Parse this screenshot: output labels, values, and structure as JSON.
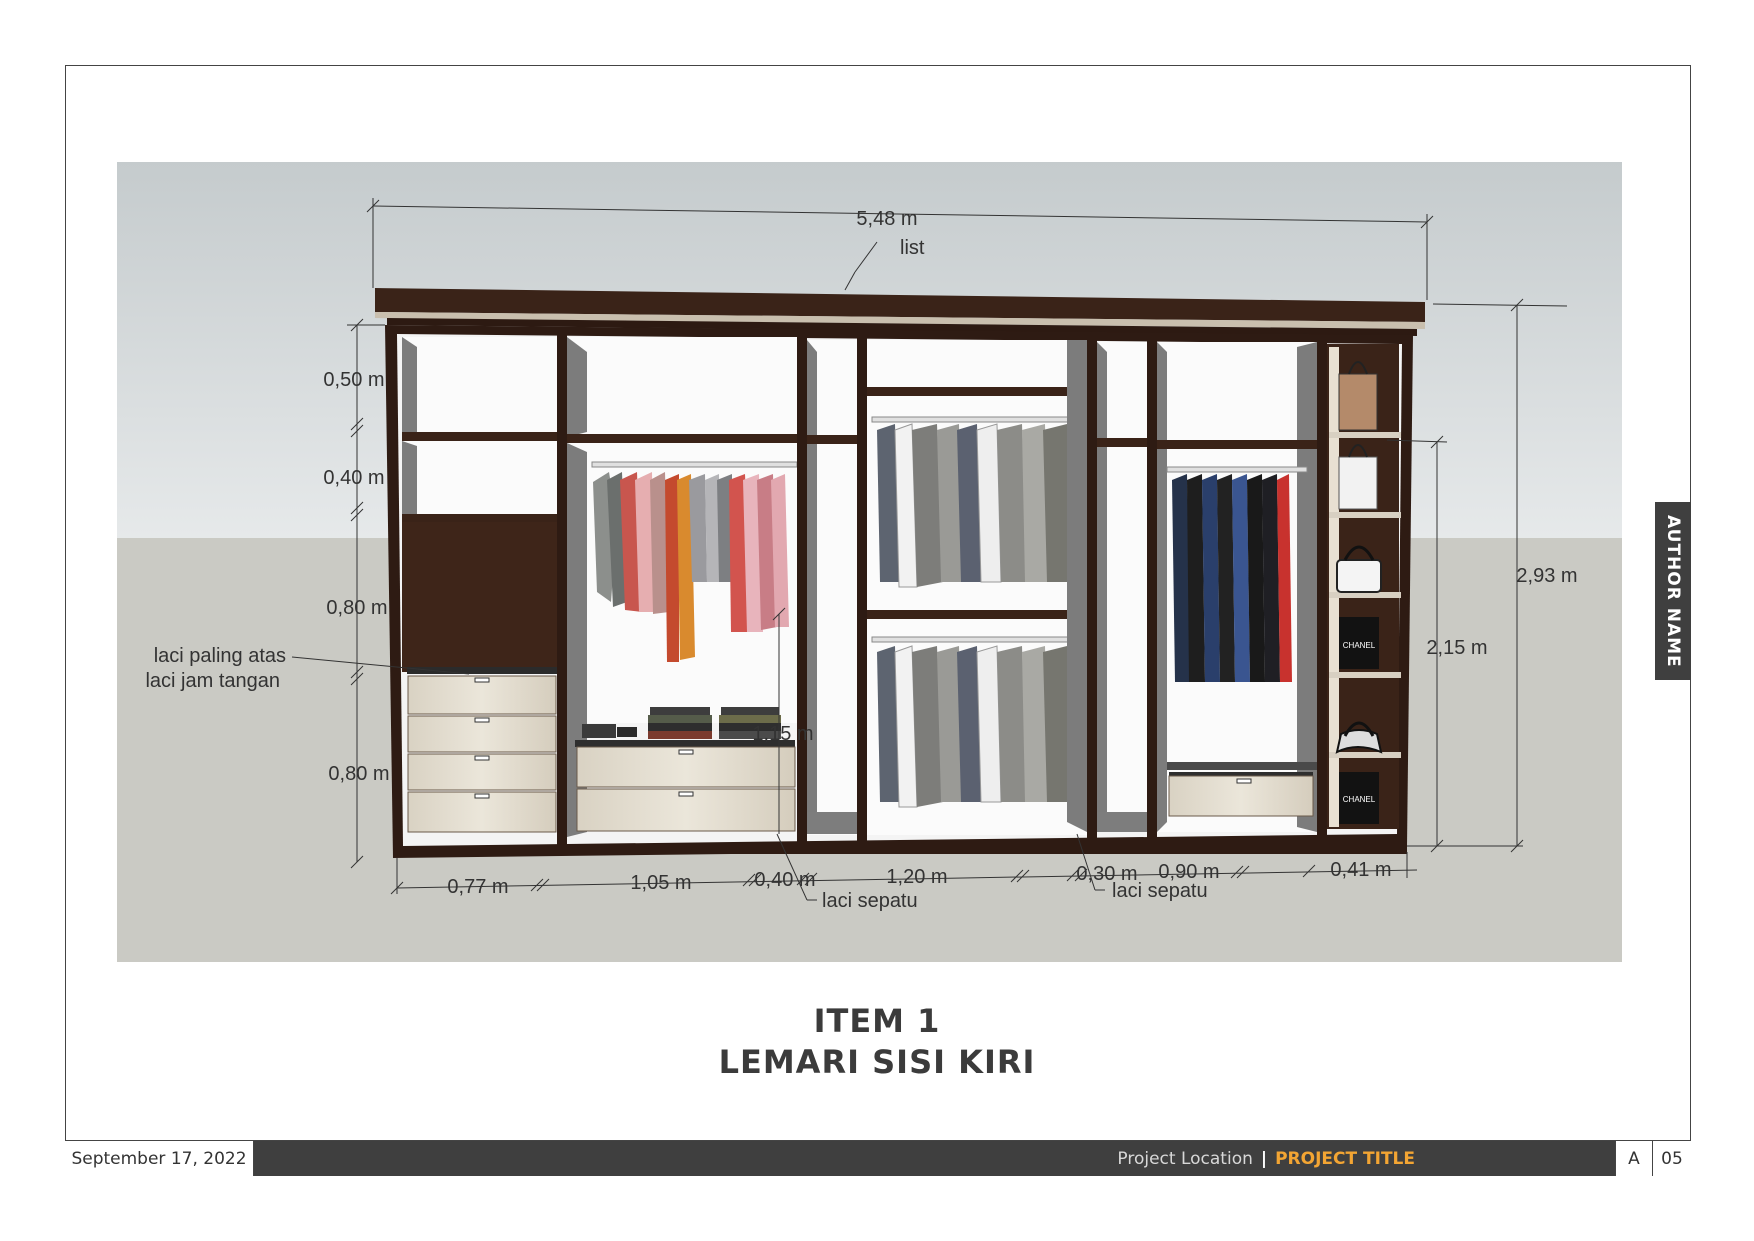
{
  "drawing": {
    "dimensions": {
      "overall_width": "5,48 m",
      "overall_height": "2,93 m",
      "inner_height": "2,15 m",
      "left_h1": "0,50 m",
      "left_h2": "0,40 m",
      "left_h3": "0,80 m",
      "left_h4": "0,80 m",
      "mid_height": "1,15 m",
      "w1": "0,77 m",
      "w2": "1,05 m",
      "w3": "0,40 m",
      "w4": "1,20 m",
      "w5": "0,30 m",
      "w6": "0,90 m",
      "w7": "0,41 m"
    },
    "notes": {
      "list": "list",
      "laci_paling_atas": "laci paling atas",
      "laci_jam_tangan": "laci jam tangan",
      "laci_sepatu_1": "laci sepatu",
      "laci_sepatu_2": "laci sepatu"
    },
    "brand_labels": [
      "CHANEL",
      "CHANEL"
    ]
  },
  "caption": {
    "line1": "ITEM 1",
    "line2": "LEMARI SISI KIRI"
  },
  "side_tab": {
    "author": "AUTHOR NAME"
  },
  "footer": {
    "date": "September 17, 2022",
    "location": "Project Location",
    "separator": "|",
    "title": "PROJECT TITLE",
    "revision": "A",
    "page": "05"
  },
  "colors": {
    "frame_bar": "#3f3f3f",
    "project_title": "#f3a533",
    "wood_dark": "#3a2318",
    "drawer_light": "#e2dccf",
    "wall_gray": "#d2d6d6",
    "floor_gray": "#cacac4"
  }
}
